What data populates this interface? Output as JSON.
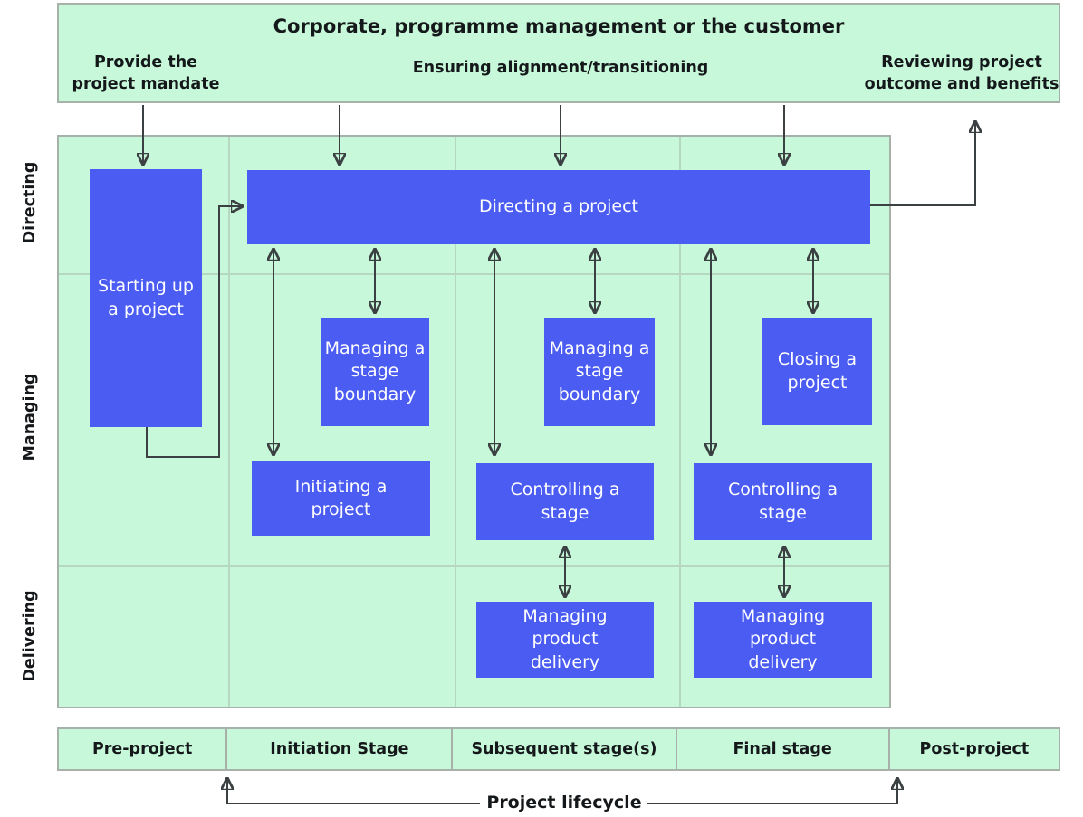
{
  "top_banner": {
    "title": "Corporate, programme management or the customer",
    "labels": [
      {
        "text": "Provide the project mandate"
      },
      {
        "text": "Ensuring alignment/transitioning"
      },
      {
        "text": "Reviewing project outcome and benefits"
      }
    ]
  },
  "row_labels": [
    "Directing",
    "Managing",
    "Delivering"
  ],
  "processes": {
    "starting_up": "Starting up a project",
    "directing": "Directing a project",
    "managing_stage_boundary_1": "Managing a stage boundary",
    "managing_stage_boundary_2": "Managing a stage boundary",
    "closing": "Closing a project",
    "initiating": "Initiating a project",
    "controlling_stage_1": "Controlling a stage",
    "controlling_stage_2": "Controlling a stage",
    "managing_product_delivery_1": "Managing product delivery",
    "managing_product_delivery_2": "Managing product delivery"
  },
  "stages": [
    "Pre-project",
    "Initiation Stage",
    "Subsequent stage(s)",
    "Final stage",
    "Post-project"
  ],
  "lifecycle_label": "Project lifecycle",
  "colors": {
    "panel_green": "#c6f8d9",
    "process_blue": "#4a5cf2",
    "grid_line": "#b6d8c3",
    "panel_border": "#a8b0aa",
    "arrow": "#3b4042",
    "text_dark": "#15181a",
    "text_on_blue": "#ffffff"
  }
}
